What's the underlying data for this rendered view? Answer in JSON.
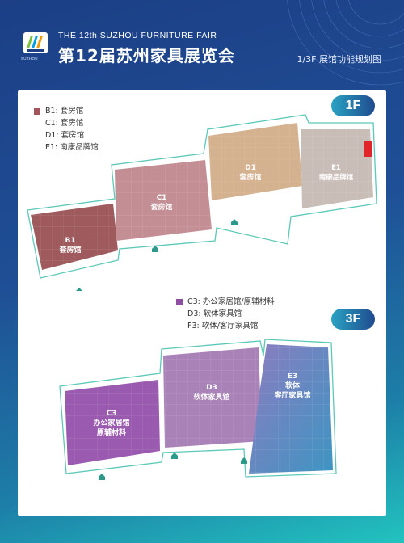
{
  "header": {
    "title_en": "THE 12th SUZHOU FURNITURE FAIR",
    "title_cn": "第12届苏州家具展览会",
    "subtitle": "1/3F 展馆功能规划图",
    "logo_text": "SUZHOU"
  },
  "floors": [
    {
      "id": "1F",
      "badge": "1F",
      "legend": [
        {
          "text": "B1: 套房馆",
          "color": "#a0555a",
          "swatch": true
        },
        {
          "text": "C1: 套房馆",
          "swatch": false
        },
        {
          "text": "D1: 套房馆",
          "swatch": false
        },
        {
          "text": "E1: 南康品牌馆",
          "swatch": false
        }
      ],
      "halls": [
        {
          "code": "B1",
          "name": "套房馆",
          "color": "#9e5a5c"
        },
        {
          "code": "C1",
          "name": "套房馆",
          "color": "#c48e95"
        },
        {
          "code": "D1",
          "name": "套房馆",
          "color": "#d4b18f"
        },
        {
          "code": "E1",
          "name": "南康品牌馆",
          "color": "#c9bdb7"
        }
      ]
    },
    {
      "id": "3F",
      "badge": "3F",
      "legend": [
        {
          "text": "C3: 办公家居馆/原辅材料",
          "color": "#8e4fa2",
          "swatch": true
        },
        {
          "text": "D3: 软体家具馆",
          "swatch": false
        },
        {
          "text": "F3: 软体/客厅家具馆",
          "swatch": false
        }
      ],
      "halls": [
        {
          "code": "C3",
          "name": "办公家居馆",
          "name2": "原辅材料",
          "color": "#9a5ab0"
        },
        {
          "code": "D3",
          "name": "软体家具馆",
          "color": "#a983b8"
        },
        {
          "code": "E3",
          "name": "软体",
          "name2": "客厅家具馆",
          "color": "#6a86c8"
        }
      ]
    }
  ],
  "colors": {
    "background_top": "#1c3f86",
    "background_bottom": "#22c3bf",
    "outline": "#5cc9b8",
    "highlight_red": "#e0262b"
  },
  "icons": [
    "house-entrance-icon"
  ]
}
